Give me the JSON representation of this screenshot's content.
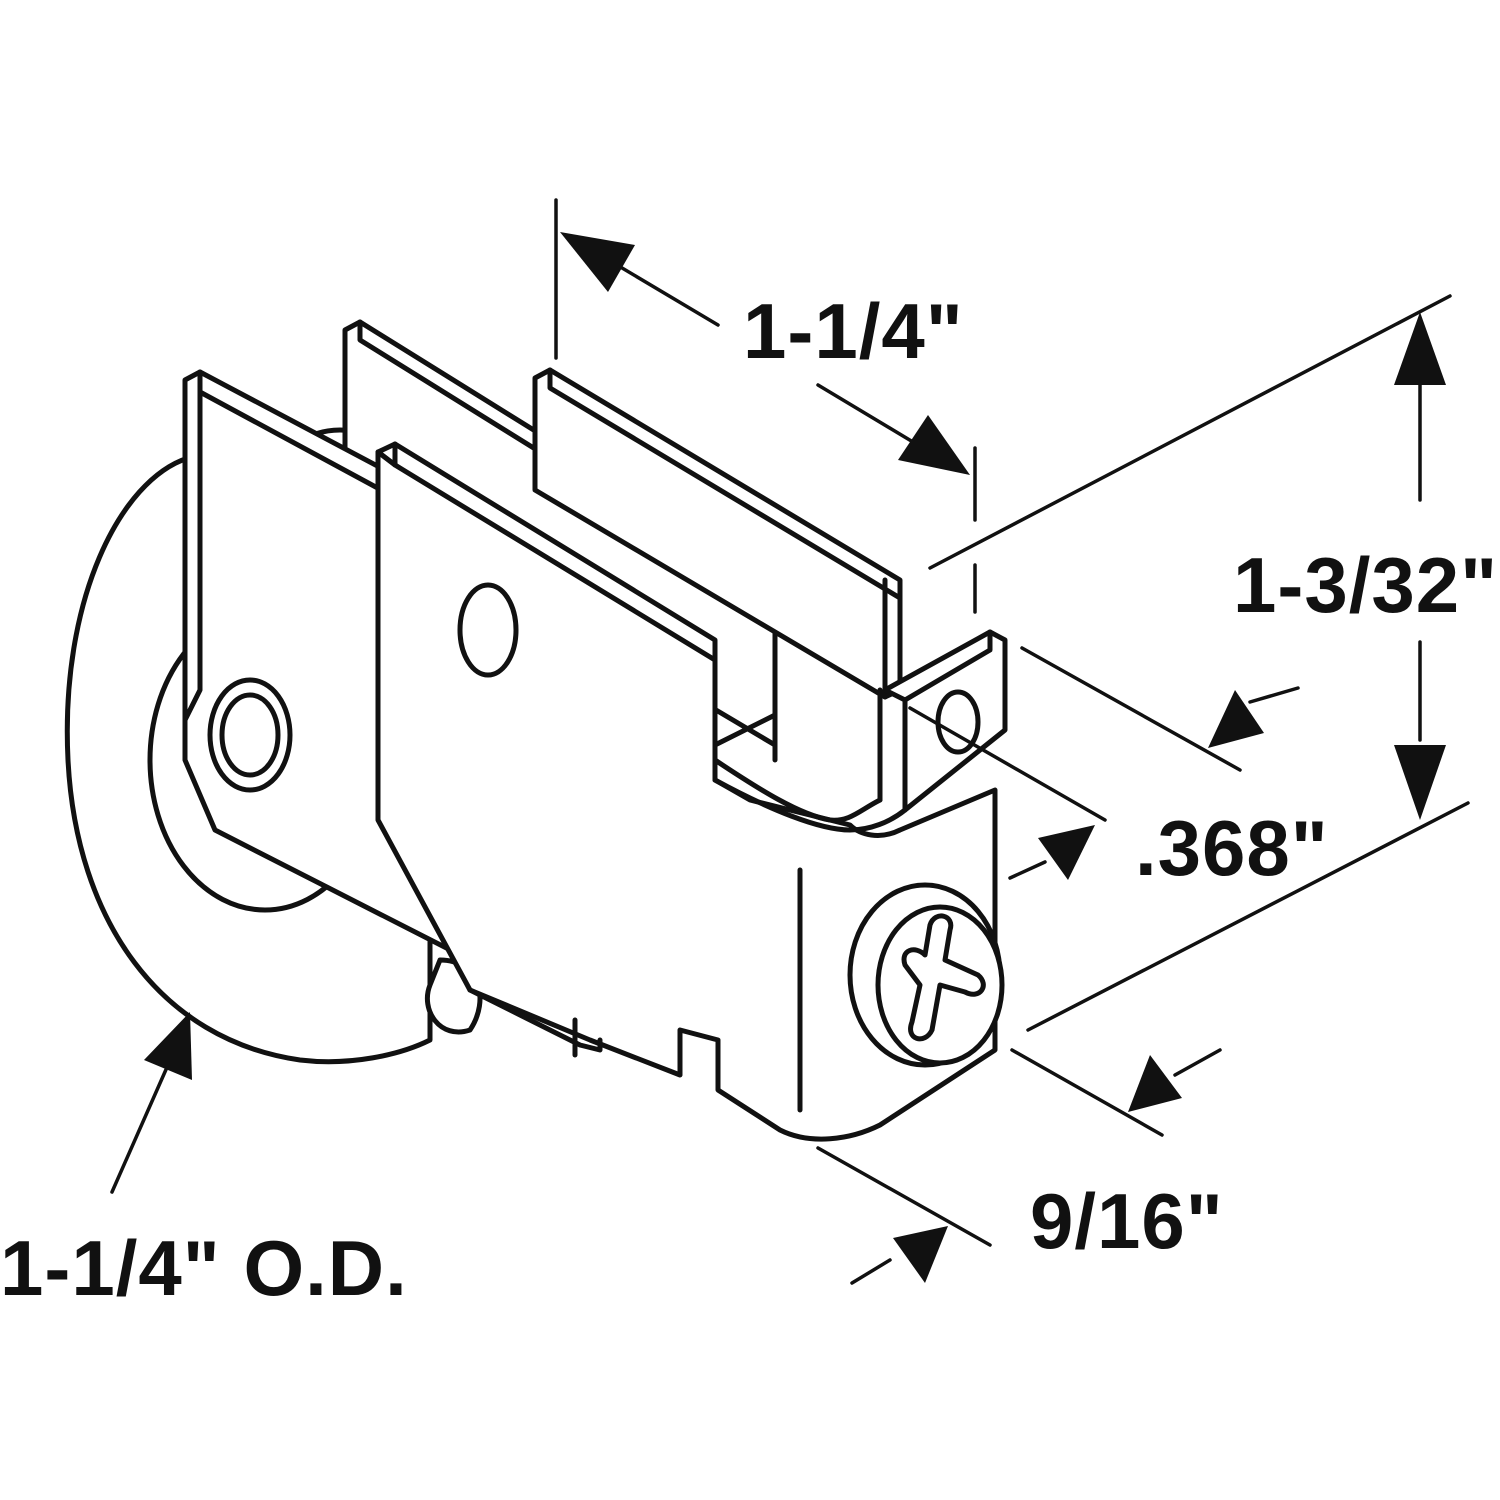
{
  "dimensions": {
    "top_width": "1-1/4\"",
    "height": "1-3/32\"",
    "slot_depth": ".368\"",
    "base_width": "9/16\"",
    "wheel_od": "1-1/4\" O.D."
  }
}
